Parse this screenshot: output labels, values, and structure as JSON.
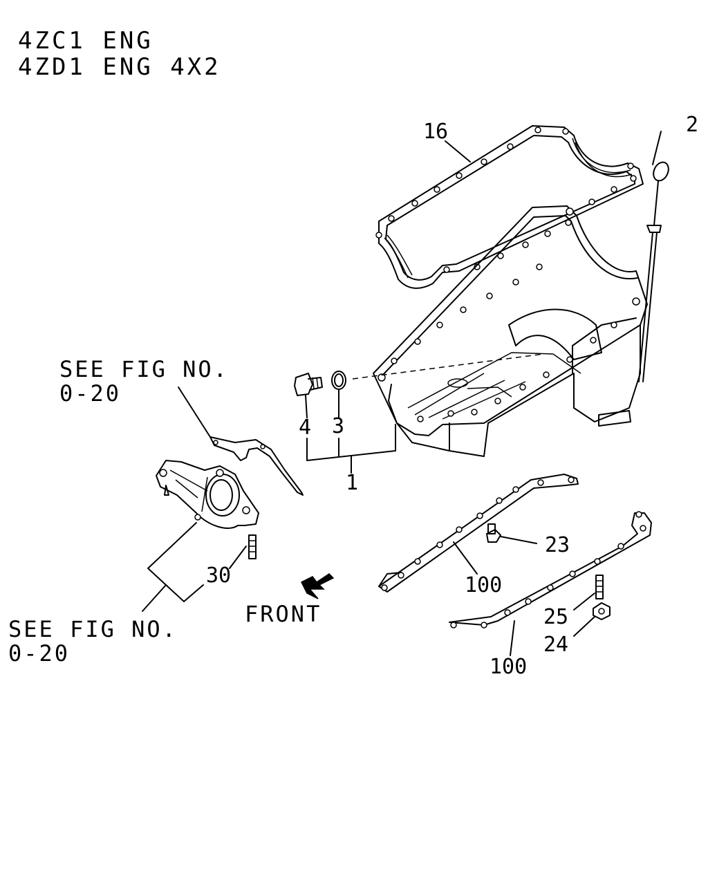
{
  "header": {
    "line1": "4ZC1  ENG",
    "line2": "4ZD1  ENG  4X2"
  },
  "references": [
    {
      "line1": "SEE  FIG  NO.",
      "line2": "0-20"
    },
    {
      "line1": "SEE  FIG  NO.",
      "line2": "0-20"
    }
  ],
  "direction_label": "FRONT",
  "callouts": {
    "c1": "1",
    "c2": "2",
    "c3": "3",
    "c4": "4",
    "c16": "16",
    "c23": "23",
    "c24": "24",
    "c25": "25",
    "c30": "30",
    "c100a": "100",
    "c100b": "100"
  }
}
